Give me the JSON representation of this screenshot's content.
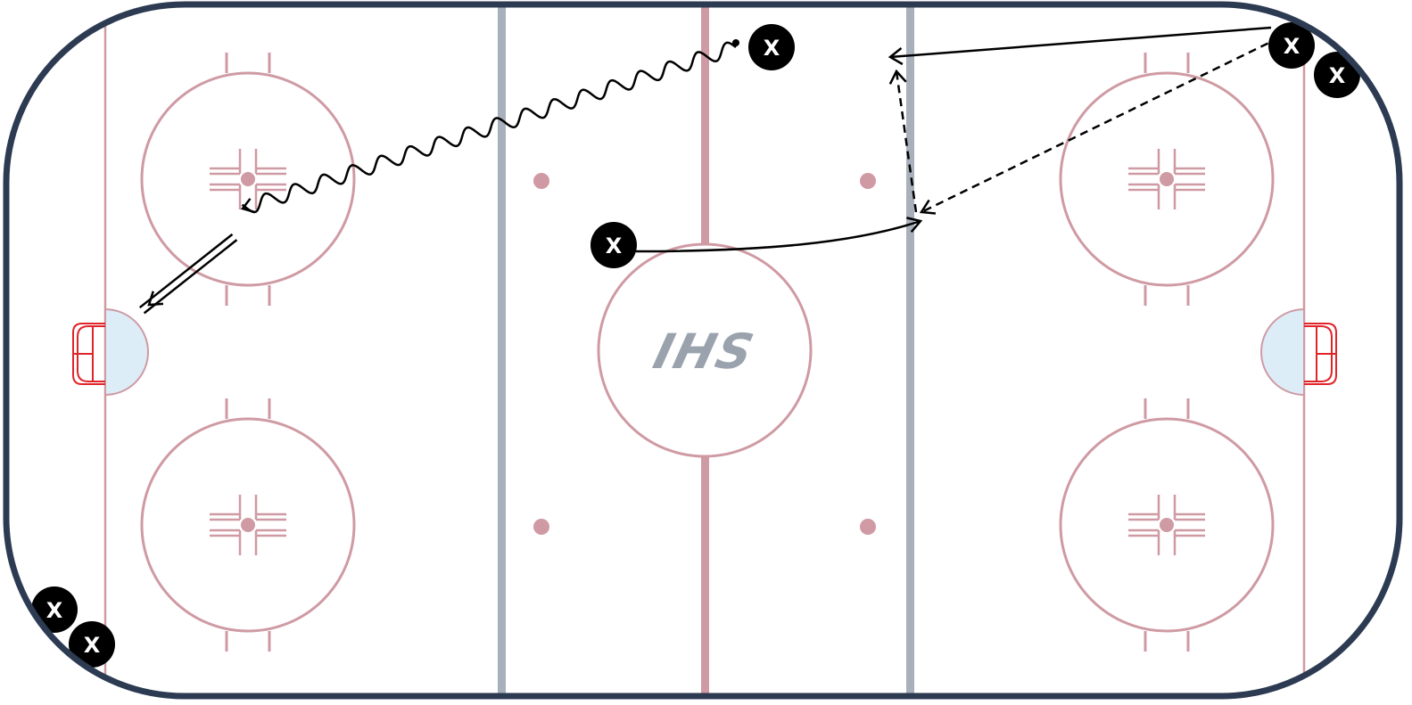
{
  "colors": {
    "boards": "#2c3a52",
    "red_line": "#cf9aa3",
    "blue_line": "#a8b0bb",
    "circle": "#cf9aa3",
    "crease_fill": "#dcedf7",
    "net": "#e0242a",
    "player_fill": "#000000",
    "logo": "#9aa3ad"
  },
  "logo": {
    "text": "IHS"
  },
  "players": [
    {
      "label": "X"
    },
    {
      "label": "X"
    },
    {
      "label": "X"
    },
    {
      "label": "X"
    },
    {
      "label": "X"
    },
    {
      "label": "X"
    }
  ],
  "drill_paths": [
    {
      "type": "skate-with-puck",
      "line": "wavy"
    },
    {
      "type": "shot",
      "line": "double"
    },
    {
      "type": "skate",
      "line": "solid"
    },
    {
      "type": "pass",
      "line": "dashed"
    },
    {
      "type": "pass",
      "line": "dashed"
    },
    {
      "type": "skate",
      "line": "solid"
    }
  ]
}
